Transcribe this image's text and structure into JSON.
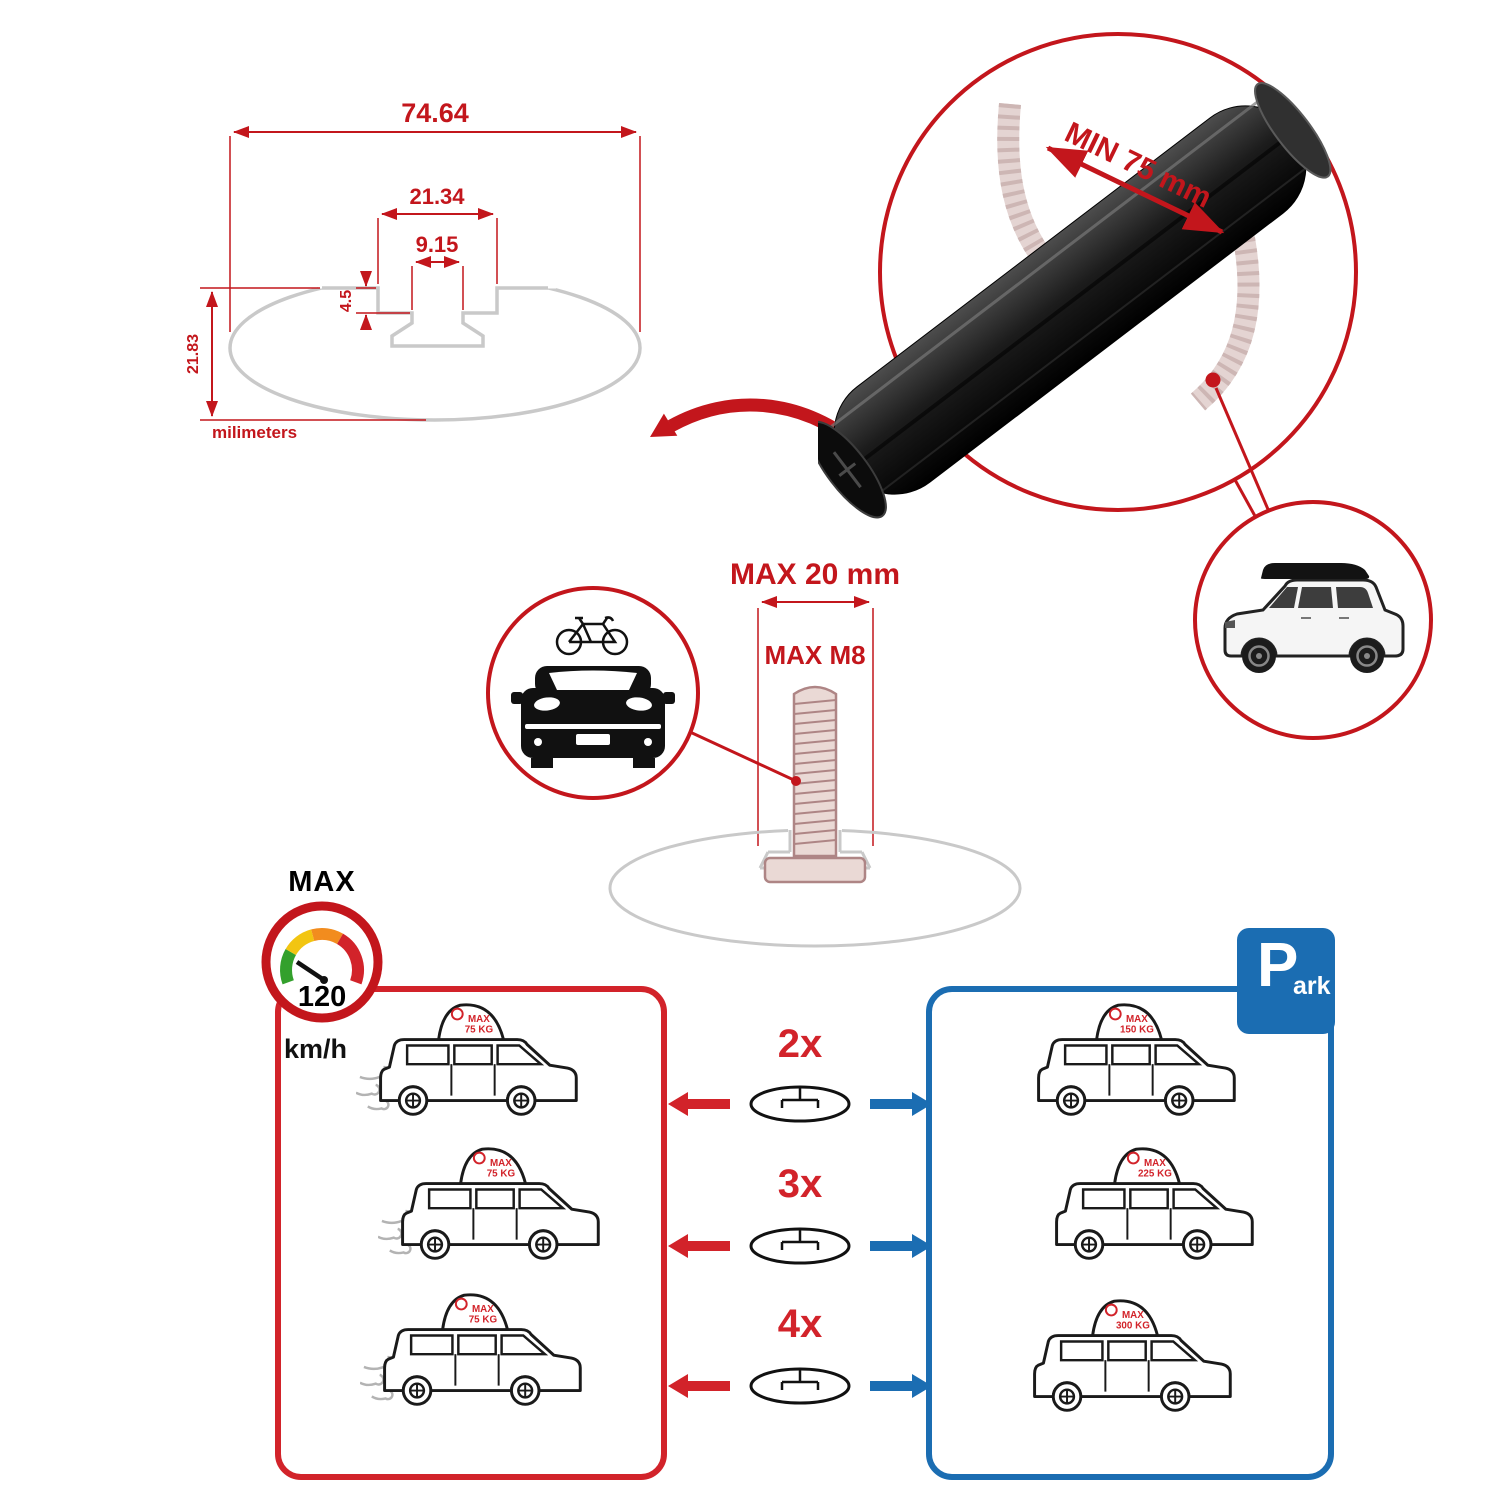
{
  "colors": {
    "technical_red": "#c3161c",
    "accent_red": "#d2232a",
    "accent_blue": "#1b6db2",
    "ghost_gray": "#c9c9c9",
    "bar_black": "#111111",
    "gauge_green": "#33a02c",
    "gauge_yellow": "#f2c511",
    "gauge_orange": "#f28c1e",
    "gauge_red": "#d2232a"
  },
  "profile_drawing": {
    "total_width": "74.64",
    "channel_width": "21.34",
    "slot_width": "9.15",
    "lip_depth": "4.5",
    "total_height": "21.83",
    "units_label": "milimeters"
  },
  "bar_detail": {
    "min_span_label": "MIN 75 mm"
  },
  "bolt_detail": {
    "max_width_label": "MAX 20 mm",
    "max_thread_label": "MAX M8"
  },
  "speed_limit": {
    "title": "MAX",
    "value": "120",
    "units": "km/h"
  },
  "park_sign": {
    "letter": "P",
    "suffix": "ark"
  },
  "driving_cars": [
    {
      "max_label": "MAX",
      "load_label": "75 KG"
    },
    {
      "max_label": "MAX",
      "load_label": "75 KG"
    },
    {
      "max_label": "MAX",
      "load_label": "75 KG"
    }
  ],
  "parked_cars": [
    {
      "max_label": "MAX",
      "load_label": "150 KG"
    },
    {
      "max_label": "MAX",
      "load_label": "225 KG"
    },
    {
      "max_label": "MAX",
      "load_label": "300 KG"
    }
  ],
  "bar_counts": [
    "2x",
    "3x",
    "4x"
  ]
}
